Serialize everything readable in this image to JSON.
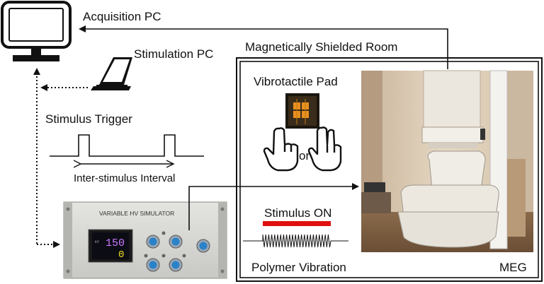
{
  "labels": {
    "acquisition_pc": "Acquisition PC",
    "stimulation_pc": "Stimulation PC",
    "shielded_room": "Magnetically Shielded Room",
    "vibrotactile_pad": "Vibrotactile Pad",
    "or_text": "or",
    "stimulus_trigger": "Stimulus Trigger",
    "inter_stimulus_interval": "Inter-stimulus Interval",
    "stimulus_on": "Stimulus ON",
    "polymer_vibration": "Polymer Vibration",
    "meg": "MEG"
  },
  "simulator": {
    "title": "VARIABLE HV SIMULATOR",
    "display_top": "150",
    "display_bottom": "0",
    "display_unit": "kV"
  },
  "colors": {
    "stimulus_on_bar": "#e01010",
    "display_top": "#c878ff",
    "display_bottom": "#f0e020",
    "pad_orange": "#e89020"
  }
}
